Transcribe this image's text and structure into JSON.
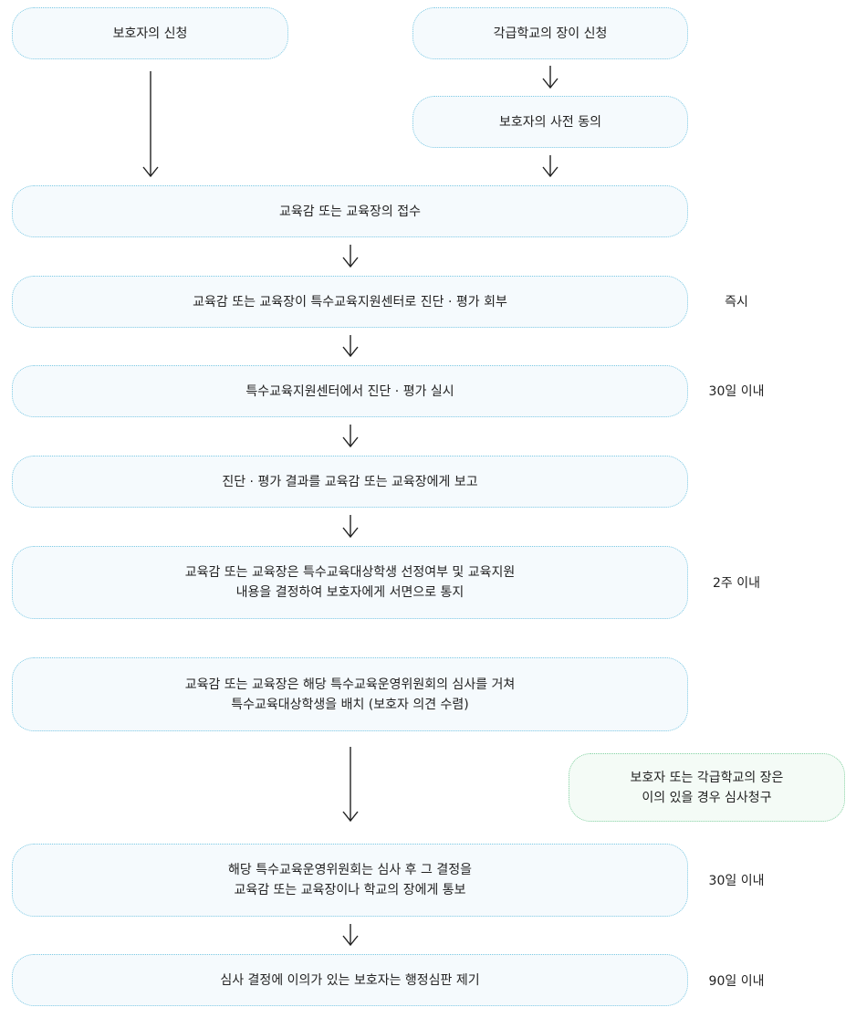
{
  "steps": {
    "guardian_request": "보호자의 신청",
    "school_head_request": "각급학교의 장이 신청",
    "guardian_prior_consent": "보호자의 사전 동의",
    "reception": "교육감 또는 교육장의 접수",
    "referral": "교육감 또는 교육장이 특수교육지원센터로 진단 · 평가 회부",
    "assessment": "특수교육지원센터에서 진단 · 평가 실시",
    "report": "진단 · 평가 결과를 교육감 또는 교육장에게 보고",
    "decision_line1": "교육감 또는 교육장은 특수교육대상학생 선정여부 및 교육지원",
    "decision_line2": "내용을 결정하여 보호자에게 서면으로 통지",
    "placement_line1": "교육감 또는 교육장은 해당 특수교육운영위원회의 심사를 거쳐",
    "placement_line2": "특수교육대상학생을 배치 (보호자 의견 수렴)",
    "review_line1": "해당 특수교육운영위원회는 심사 후 그 결정을",
    "review_line2": "교육감 또는 교육장이나 학교의 장에게 통보",
    "appeal": "심사 결정에 이의가 있는 보호자는 행정심판 제기"
  },
  "note": {
    "line1": "보호자 또는 각급학교의 장은",
    "line2": "이의 있을 경우 심사청구"
  },
  "deadlines": {
    "referral": "즉시",
    "assessment": "30일 이내",
    "decision": "2주 이내",
    "review": "30일 이내",
    "appeal": "90일 이내"
  }
}
